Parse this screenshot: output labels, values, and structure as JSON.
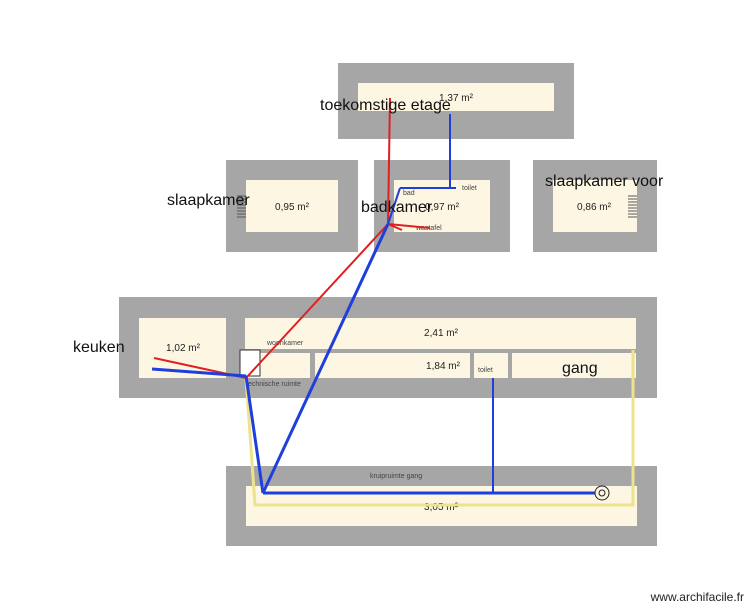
{
  "watermark": "www.archifacile.fr",
  "colors": {
    "wall": "#a6a6a6",
    "floor": "#fdf6e3",
    "supply_blue": "#1f3fdc",
    "supply_red": "#e02020",
    "drain_yellow": "#ece38c"
  },
  "rooms": {
    "top": {
      "area": "1,37 m²"
    },
    "bedroom": {
      "area": "0,95 m²"
    },
    "bathroom": {
      "area": "0,97 m²"
    },
    "front_bedroom": {
      "area": "0,86 m²"
    },
    "kitchen": {
      "area": "1,02 m²"
    },
    "living_top": {
      "area": "2,41 m²"
    },
    "hall": {
      "area": "1,84 m²"
    },
    "crawlspace": {
      "area": "3,05 m²"
    }
  },
  "labels": {
    "future_floor": "toekomstige etage",
    "bedroom": "slaapkamer",
    "bathroom": "badkamer",
    "front_bedroom": "slaapkamer voor",
    "kitchen": "keuken",
    "hallway": "gang",
    "living": "woonkamer",
    "technical_room": "technische ruimte",
    "crawlspace_hall": "kruipruimte gang",
    "toilet_upstairs": "toilet",
    "toilet_downstairs": "toilet",
    "bath": "bad",
    "sink": "wastafel"
  }
}
